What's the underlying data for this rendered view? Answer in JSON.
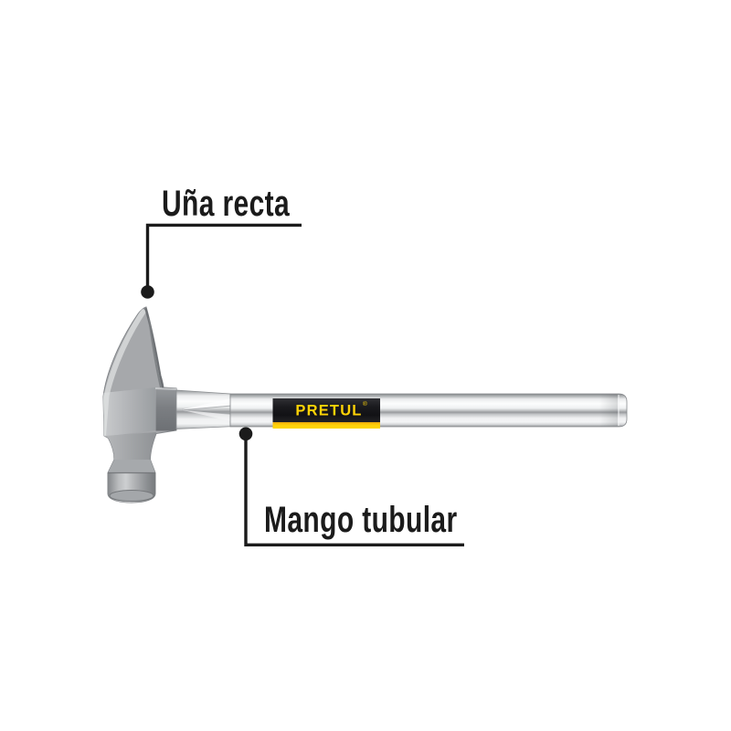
{
  "background_color": "#ffffff",
  "brand_label": {
    "text": "PRETUL",
    "registered_mark": "®",
    "band_color": "#1a1a1e",
    "stripe_color": "#ffd10a",
    "text_color": "#ffd306"
  },
  "callouts": [
    {
      "label": "Uña recta"
    },
    {
      "label": "Mango tubular"
    }
  ],
  "illustration": {
    "subject": "claw-hammer-with-tubular-steel-handle",
    "steel_color": "#a6a8ab",
    "chrome_highlight": "#fcfdfd",
    "leader_line_color": "#1b1b1b"
  }
}
